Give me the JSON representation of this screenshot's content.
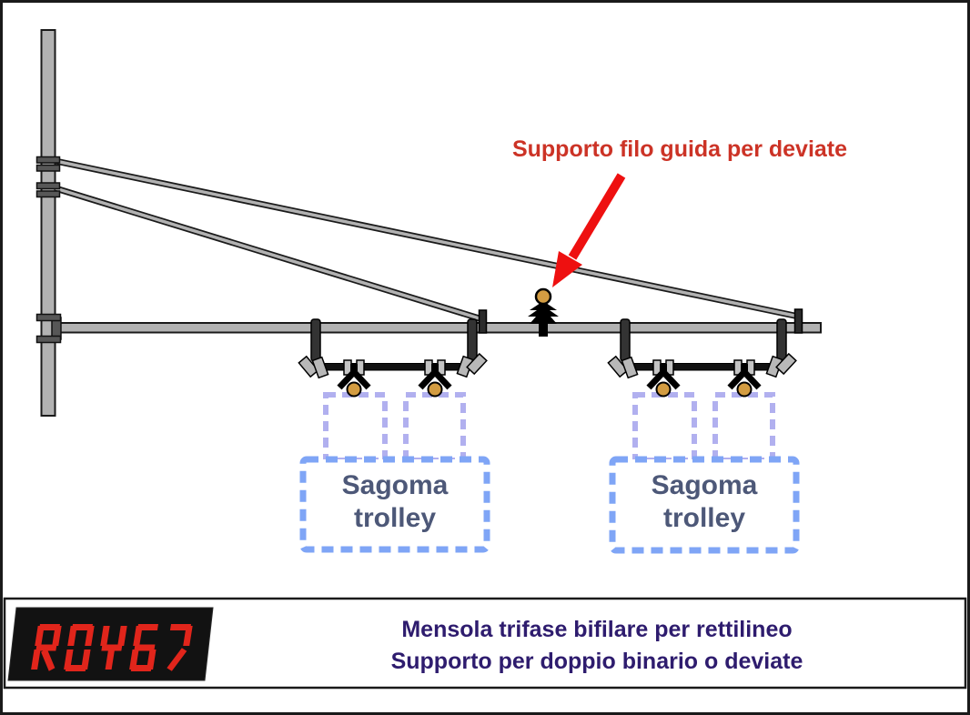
{
  "diagram": {
    "annotation_label": "Supporto filo guida per deviate",
    "sagoma_left": {
      "line1": "Sagoma",
      "line2": "trolley"
    },
    "sagoma_right": {
      "line1": "Sagoma",
      "line2": "trolley"
    }
  },
  "footer": {
    "logo_text": "ROY67",
    "title_line1": "Mensola trifase bifilare per rettilineo",
    "title_line2": "Supporto per doppio binario o deviate"
  },
  "colors": {
    "annotation": "#cc3326",
    "arrow": "#ee1010",
    "title": "#2e1c6e",
    "sagoma_text": "#4d5878",
    "sagoma_small_box": "#b1b0ef",
    "sagoma_big_box": "#7fa5f6",
    "wire_insulator": "#d39c42",
    "structure_fill": "#b2b2b2",
    "structure_line": "#1a1a1a",
    "logo_segments": "#e1251b"
  }
}
